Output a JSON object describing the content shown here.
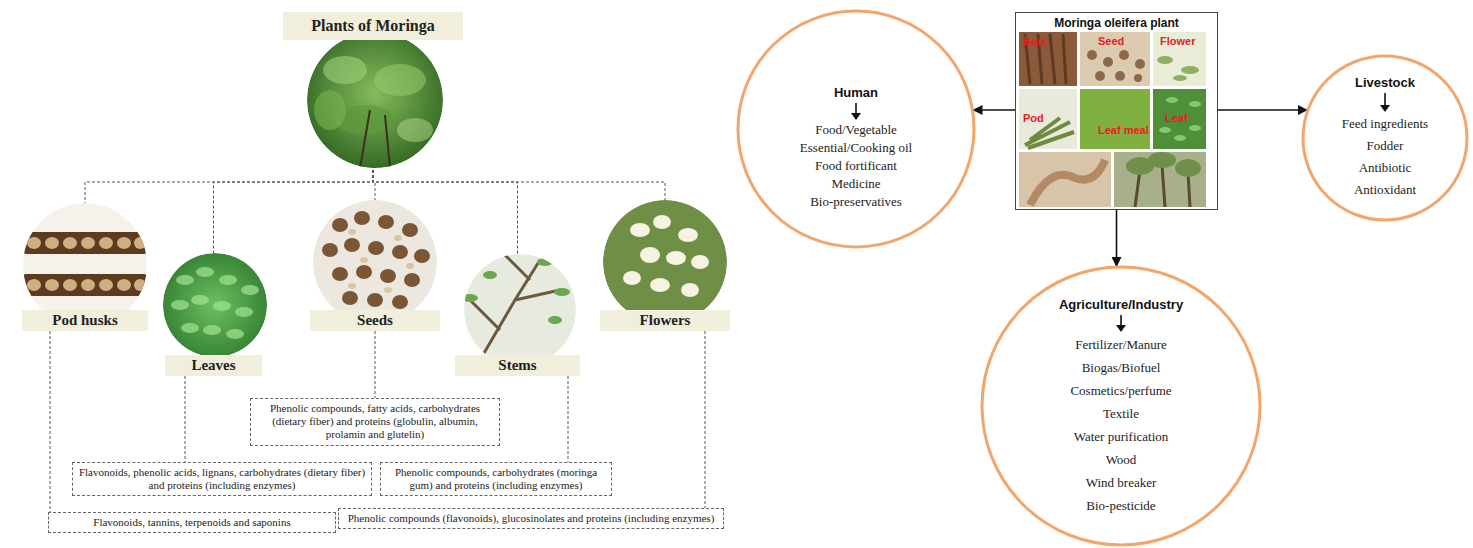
{
  "diagram": {
    "nodes": [
      {
        "text": [
          "Plants of Moringa"
        ]
      },
      {
        "text": [
          "Pod husks"
        ]
      },
      {
        "text": [
          "Leaves"
        ]
      },
      {
        "text": [
          "Seeds"
        ]
      },
      {
        "text": [
          "Stems"
        ]
      },
      {
        "text": [
          "Flowers"
        ]
      },
      {
        "text": [
          "Phenolic compounds, fatty acids, carbohydrates (dietary fiber) and proteins (globulin, albumin, prolamin and glutelin)"
        ]
      },
      {
        "text": [
          "Flavonoids, phenolic acids, lignans, carbohydrates (dietary fiber) and proteins (including enzymes)"
        ]
      },
      {
        "text": [
          "Phenolic compounds, carbohydrates (moringa gum) and proteins (including enzymes)"
        ]
      },
      {
        "text": [
          "Flavonoids, tannins, terpenoids and saponins"
        ]
      },
      {
        "text": [
          "Phenolic compounds (flavonoids), glucosinolates and proteins (including enzymes)"
        ]
      },
      {
        "text": [
          "Human",
          "Food/Vegetable",
          "Essential/Cooking oil",
          "Food fortificant",
          "Medicine",
          "Bio-preservatives"
        ]
      },
      {
        "text": [
          "Moringa oleifera plant"
        ]
      },
      {
        "text": [
          "Livestock",
          "Feed ingredients",
          "Fodder",
          "Antibiotic",
          "Antioxidant"
        ]
      },
      {
        "text": [
          "Agriculture/Industry",
          "Fertilizer/Manure",
          "Biogas/Biofuel",
          "Cosmetics/perfume",
          "Textile",
          "Water purification",
          "Wood",
          "Wind breaker",
          "Bio-pesticide"
        ]
      }
    ],
    "edges": [
      {
        "from": 0,
        "to": 1,
        "arrow": "none"
      },
      {
        "from": 0,
        "to": 2,
        "arrow": "none"
      },
      {
        "from": 0,
        "to": 3,
        "arrow": "none"
      },
      {
        "from": 0,
        "to": 4,
        "arrow": "none"
      },
      {
        "from": 0,
        "to": 5,
        "arrow": "none"
      },
      {
        "from": 3,
        "to": 6,
        "arrow": "none"
      },
      {
        "from": 2,
        "to": 7,
        "arrow": "none"
      },
      {
        "from": 4,
        "to": 8,
        "arrow": "none"
      },
      {
        "from": 1,
        "to": 9,
        "arrow": "none"
      },
      {
        "from": 5,
        "to": 10,
        "arrow": "none"
      },
      {
        "from": 12,
        "to": 11,
        "arrow": "to"
      },
      {
        "from": 12,
        "to": 13,
        "arrow": "to"
      },
      {
        "from": 12,
        "to": 14,
        "arrow": "to"
      }
    ],
    "labels": [
      "Bark",
      "Seed",
      "Flower",
      "Pod",
      "Leaf meal",
      "Leaf"
    ]
  }
}
